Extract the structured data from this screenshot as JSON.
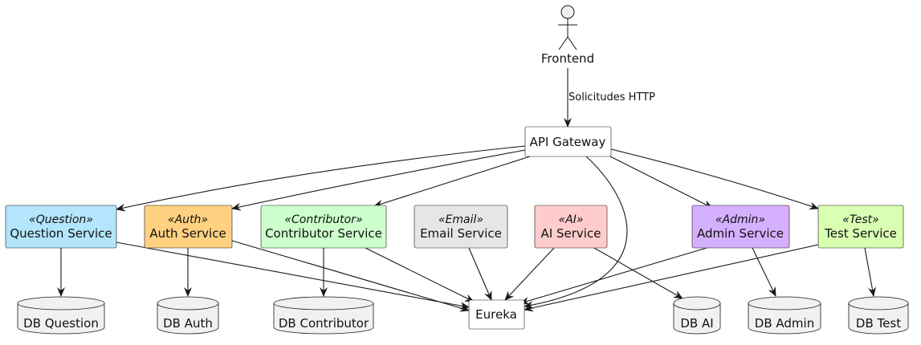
{
  "actor": {
    "label": "Frontend"
  },
  "edge_label": "Solicitudes HTTP",
  "gateway": {
    "label": "API Gateway"
  },
  "registry": {
    "label": "Eureka"
  },
  "services": {
    "question": {
      "stereotype": "«Question»",
      "label": "Question Service",
      "color": "#b3e5fc"
    },
    "auth": {
      "stereotype": "«Auth»",
      "label": "Auth Service",
      "color": "#ffd180"
    },
    "contributor": {
      "stereotype": "«Contributor»",
      "label": "Contributor Service",
      "color": "#ccffcc"
    },
    "email": {
      "stereotype": "«Email»",
      "label": "Email Service",
      "color": "#e6e6e6"
    },
    "ai": {
      "stereotype": "«AI»",
      "label": "AI Service",
      "color": "#ffcccc"
    },
    "admin": {
      "stereotype": "«Admin»",
      "label": "Admin Service",
      "color": "#d5b0ff"
    },
    "test": {
      "stereotype": "«Test»",
      "label": "Test Service",
      "color": "#d9ffb3"
    }
  },
  "databases": {
    "question": "DB Question",
    "auth": "DB Auth",
    "contributor": "DB Contributor",
    "ai": "DB AI",
    "admin": "DB Admin",
    "test": "DB Test"
  }
}
